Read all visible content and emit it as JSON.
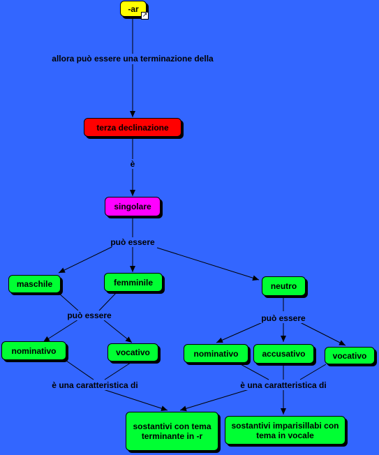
{
  "nodes": {
    "ar": "-ar",
    "terza_declinazione": "terza declinazione",
    "singolare": "singolare",
    "maschile": "maschile",
    "femminile": "femminile",
    "neutro": "neutro",
    "nominativo_left": "nominativo",
    "vocativo_left": "vocativo",
    "nominativo_right": "nominativo",
    "accusativo": "accusativo",
    "vocativo_right": "vocativo",
    "sostantivi_tema_r": "sostantivi con tema terminante in -r",
    "sostantivi_imparisillabi": "sostantivi imparisillabi con tema in vocale"
  },
  "links": {
    "allora": "allora può essere una terminazione della",
    "e": "è",
    "puo_essere_top": "può essere",
    "puo_essere_left": "può essere",
    "puo_essere_right": "può essere",
    "caratteristica_left": "è una caratteristica di",
    "caratteristica_right": "è una caratteristica di"
  },
  "icons": {
    "link_icon": "external-link-icon"
  },
  "colors": {
    "background": "#3366ff",
    "green_node": "#00ff33",
    "red_node": "#ff0000",
    "magenta_node": "#ff00ff",
    "yellow_node": "#ffff00"
  }
}
